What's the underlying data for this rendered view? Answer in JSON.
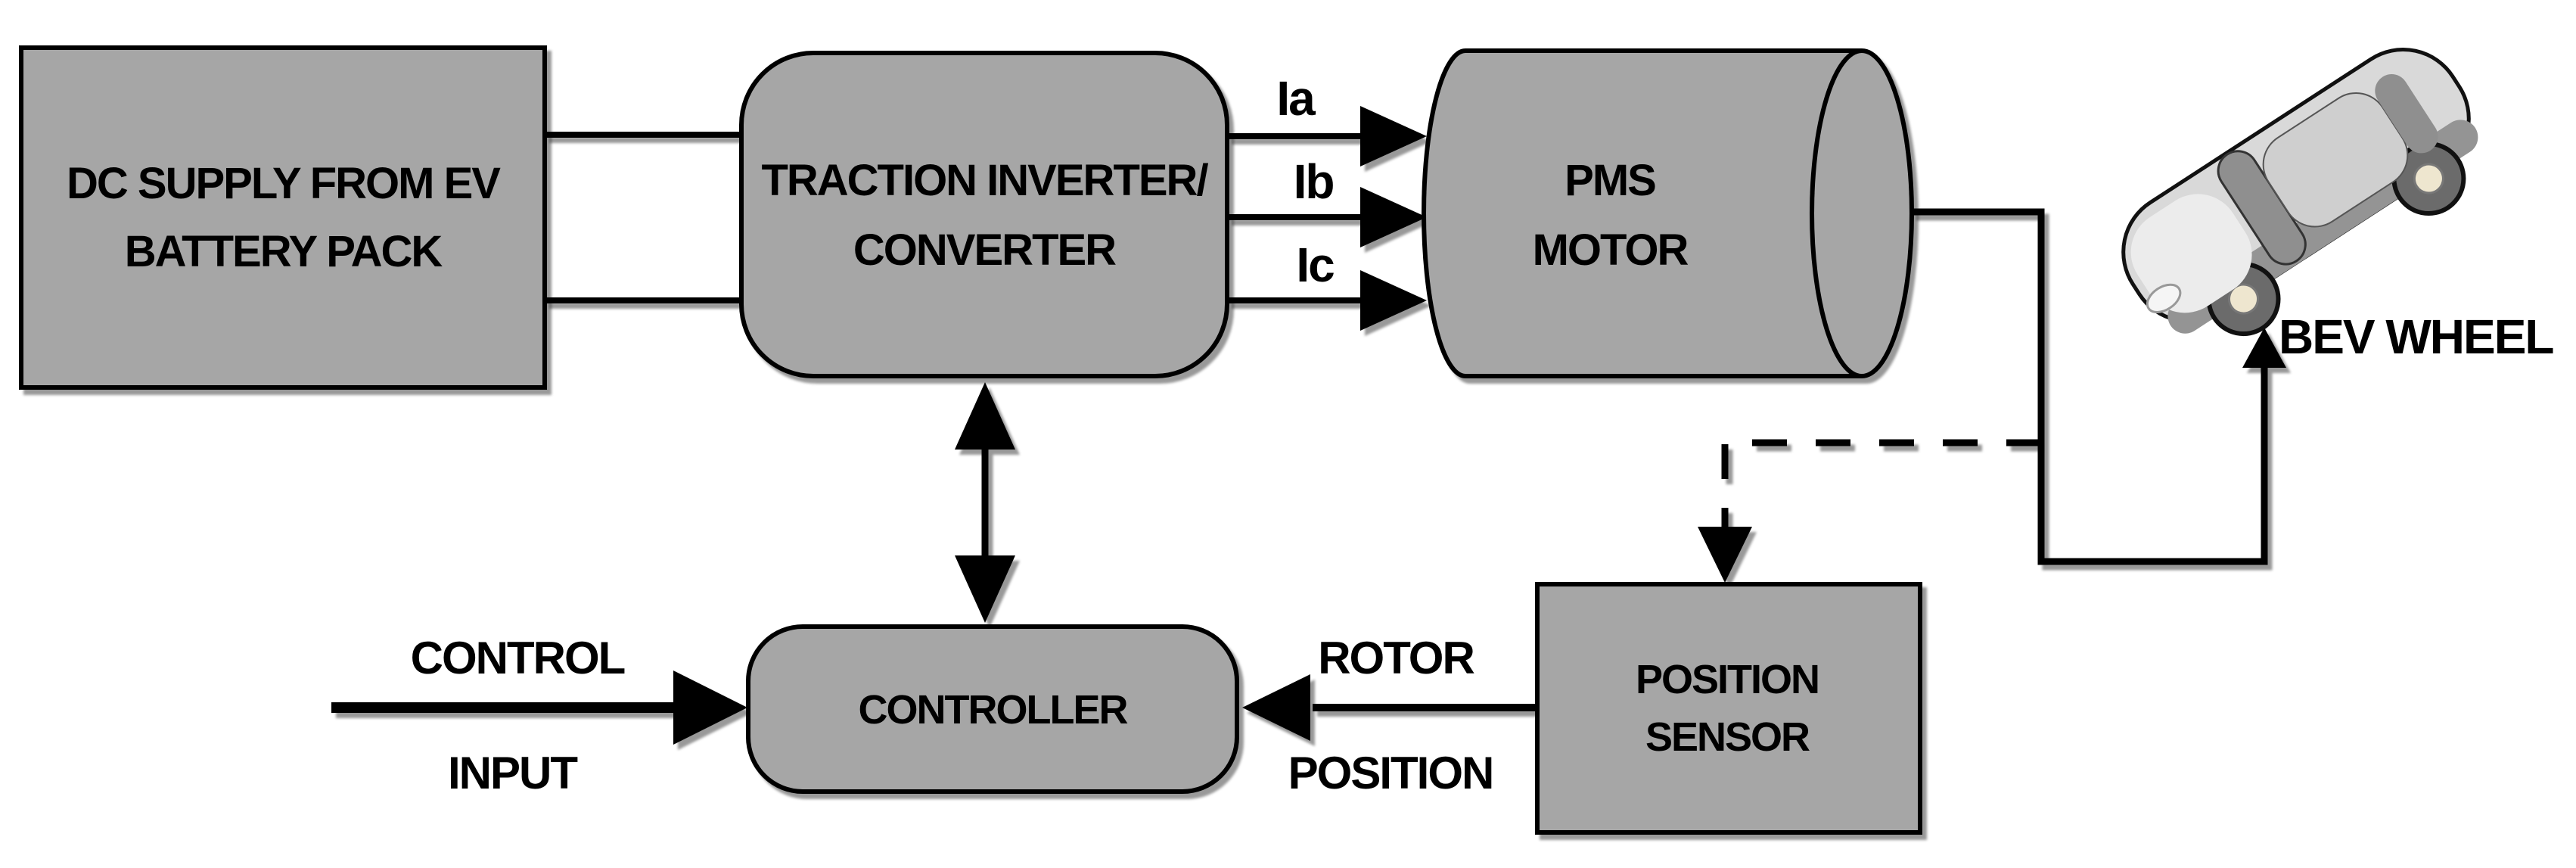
{
  "colors": {
    "box_fill": "#a6a6a6",
    "line": "#000000",
    "background": "#ffffff",
    "car_body": "#d9d9d9",
    "car_hood": "#ececec",
    "car_shade": "#949494",
    "car_roof": "#cfcfcf",
    "car_glass": "#8f8f8f",
    "wheel_tire": "#6b6b6b",
    "wheel_hub": "#eee6cf"
  },
  "blocks": {
    "dc_supply": {
      "line1": "DC SUPPLY FROM EV",
      "line2": "BATTERY PACK"
    },
    "inverter": {
      "line1": "TRACTION INVERTER/",
      "line2": "CONVERTER"
    },
    "motor": {
      "line1": "PMS",
      "line2": "MOTOR"
    },
    "position_sensor": {
      "line1": "POSITION",
      "line2": "SENSOR"
    },
    "controller": {
      "label": "CONTROLLER"
    }
  },
  "labels": {
    "phase_a": "Ia",
    "phase_b": "Ib",
    "phase_c": "Ic",
    "control_input_line1": "CONTROL",
    "control_input_line2": "INPUT",
    "rotor_position_line1": "ROTOR",
    "rotor_position_line2": "POSITION",
    "bev_wheel": "BEV WHEEL"
  }
}
